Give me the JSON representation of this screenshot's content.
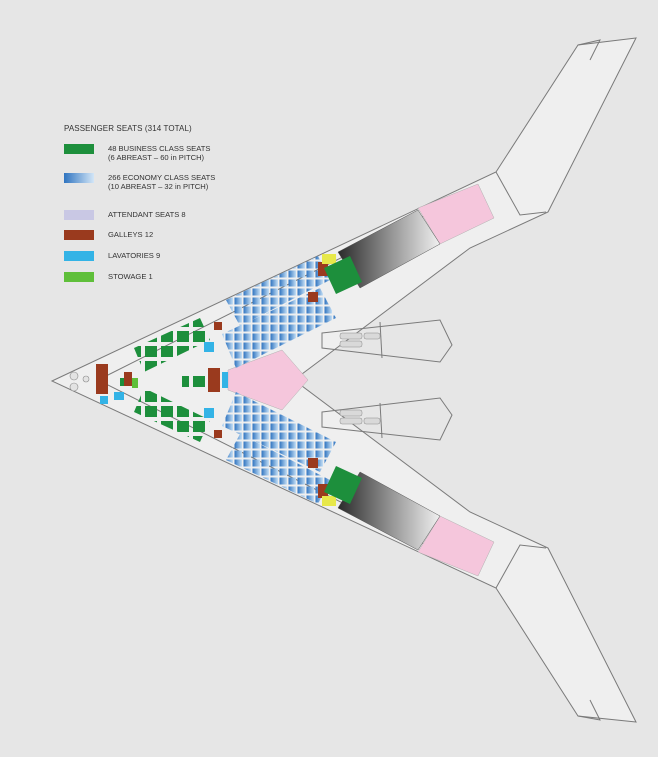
{
  "legend": {
    "title": "PASSENGER SEATS (314 TOTAL)",
    "items": [
      {
        "name": "business-seats",
        "text": "48 BUSINESS CLASS SEATS\n(6 ABREAST – 60 in PITCH)",
        "color": "#1d8f3c"
      },
      {
        "name": "economy-seats",
        "text": "266 ECONOMY CLASS SEATS\n(10 ABREAST – 32 in PITCH)",
        "color": "#5b9bd5"
      },
      {
        "name": "attendant-seats",
        "text": "ATTENDANT SEATS 8",
        "color": "#c9c8e4"
      },
      {
        "name": "galleys",
        "text": "GALLEYS 12",
        "color": "#9a3a1e"
      },
      {
        "name": "lavatories",
        "text": "LAVATORIES 9",
        "color": "#33b3e6"
      },
      {
        "name": "stowage",
        "text": "STOWAGE 1",
        "color": "#5fbf3a"
      }
    ]
  },
  "colors": {
    "background": "#e6e6e6",
    "outline": "#7a7a7a",
    "cargo": "#f5c6dc",
    "cargo_light": "#f3b8d3",
    "seat_frame": "#d6d6d6",
    "yellow": "#e7e84a"
  }
}
